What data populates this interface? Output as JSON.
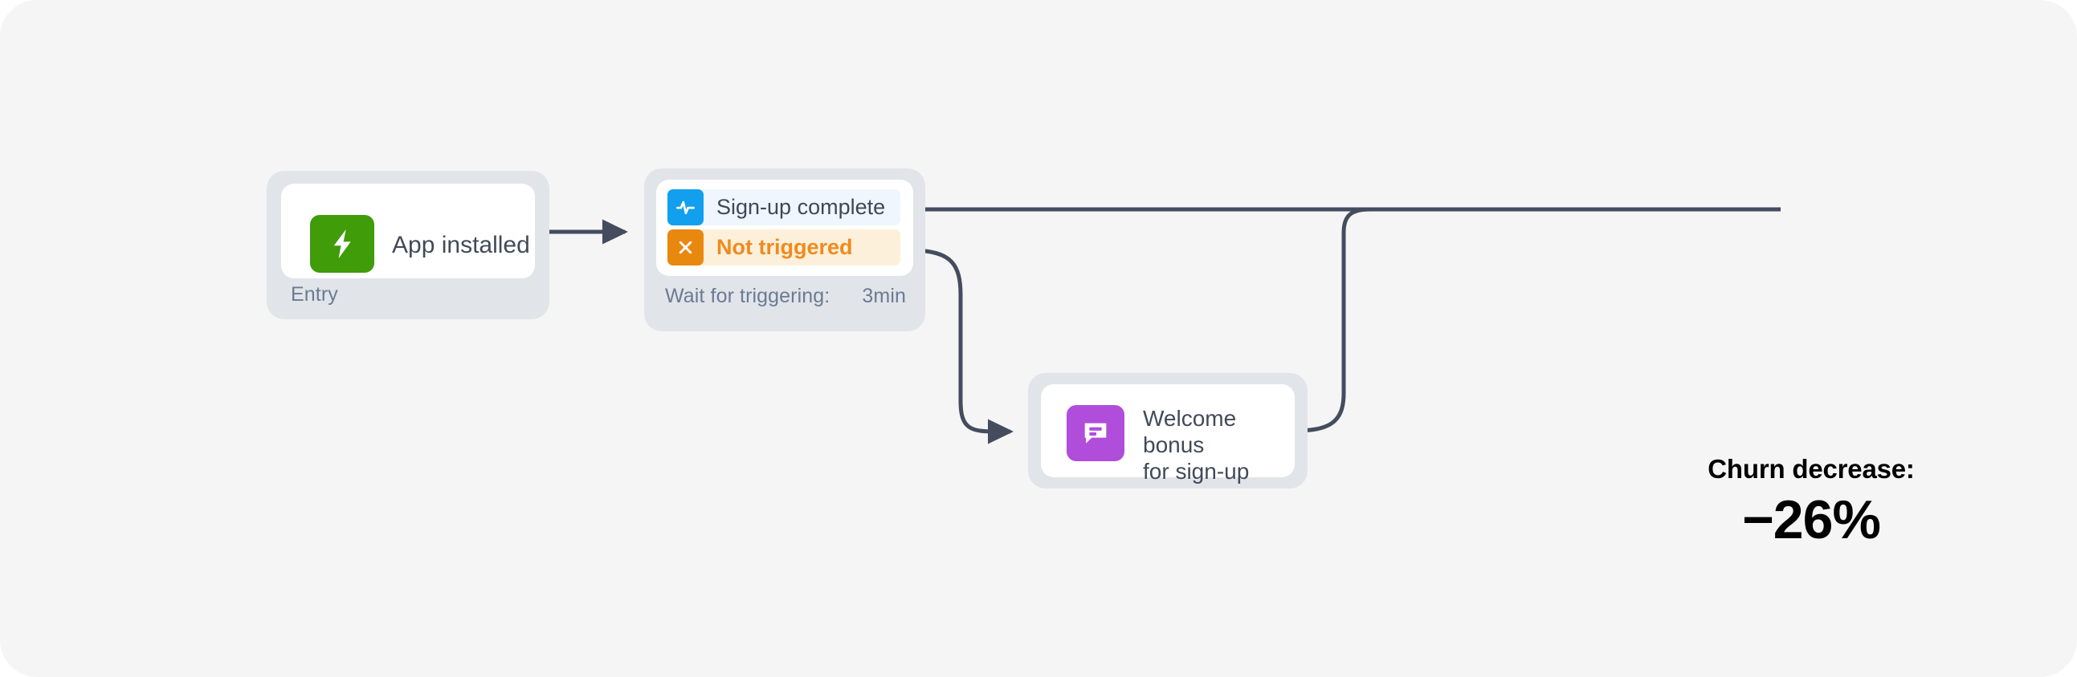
{
  "canvas": {
    "background": "#f5f5f6",
    "wire_color": "#444c5e"
  },
  "nodes": [
    {
      "id": "entry",
      "title": "App installed",
      "icon": "lightning-bolt-icon",
      "icon_color": "#409c09",
      "footer_left": "Entry",
      "footer_right": ""
    },
    {
      "id": "wait",
      "branches": [
        {
          "label": "Sign-up complete",
          "icon": "activity-pulse-icon",
          "icon_color": "#119fee",
          "row_color": "#eff6fd",
          "text_color": "#3f485a"
        },
        {
          "label": "Not triggered",
          "icon": "close-x-icon",
          "icon_color": "#e9880e",
          "row_color": "#fdf0da",
          "text_color": "#f08a1e"
        }
      ],
      "footer_left": "Wait for triggering:",
      "footer_right": "3min"
    },
    {
      "id": "message",
      "title": "Welcome bonus\nfor sign-up",
      "icon": "speech-bubble-icon",
      "icon_color": "#b04ddb"
    }
  ],
  "stat": {
    "label": "Churn decrease:",
    "value": "−26%"
  }
}
